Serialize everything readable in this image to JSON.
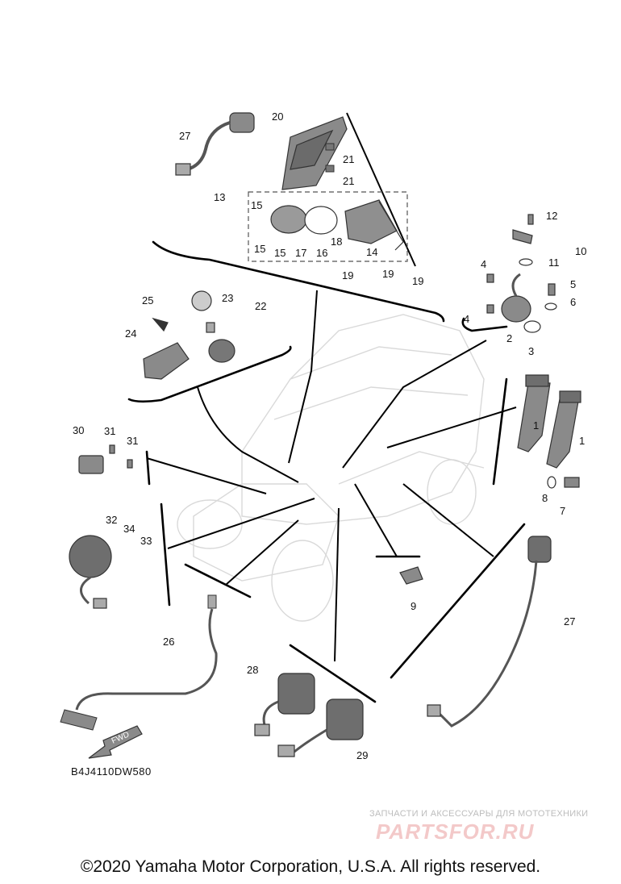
{
  "diagram": {
    "callouts": [
      "1",
      "1",
      "2",
      "3",
      "4",
      "4",
      "5",
      "6",
      "7",
      "8",
      "9",
      "10",
      "11",
      "12",
      "13",
      "14",
      "15",
      "15",
      "15",
      "16",
      "17",
      "18",
      "19",
      "19",
      "19",
      "20",
      "21",
      "21",
      "22",
      "23",
      "24",
      "25",
      "26",
      "27",
      "27",
      "28",
      "29",
      "30",
      "31",
      "31",
      "32",
      "33",
      "34"
    ],
    "drawing_code": "B4J4110DW580",
    "fwd_label": "FWD"
  },
  "watermark": {
    "tagline": "ЗАПЧАСТИ И АКСЕССУАРЫ ДЛЯ МОТОТЕХНИКИ",
    "logo": "PARTSFOR.RU"
  },
  "footer": {
    "copyright": "©2020 Yamaha Motor Corporation, U.S.A. All rights reserved."
  }
}
